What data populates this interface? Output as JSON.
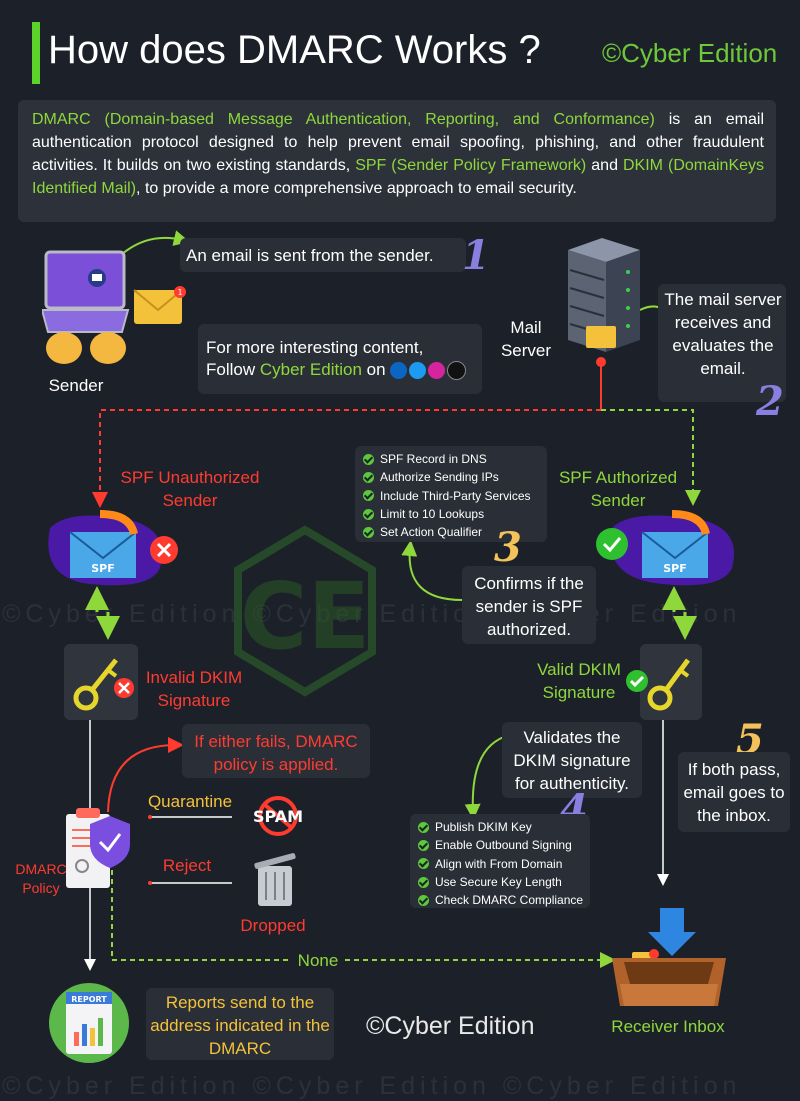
{
  "header": {
    "title": "How does DMARC Works ?",
    "credit": "©Cyber Edition"
  },
  "intro": {
    "dmarc_term": "DMARC (Domain-based Message Authentication, Reporting, and Conformance)",
    "text1": " is an email authentication protocol designed to help prevent email spoofing, phishing, and other fraudulent activities. It builds on two existing standards, ",
    "spf_term": "SPF (Sender Policy Framework)",
    "text2": " and ",
    "dkim_term": "DKIM (DomainKeys Identified Mail)",
    "text3": ", to provide a more comprehensive approach to email security."
  },
  "steps": {
    "step1": {
      "number": "1",
      "text": "An email is sent from the sender."
    },
    "step2": {
      "number": "2",
      "text": "The mail server receives and evaluates the email."
    },
    "step3": {
      "number": "3",
      "text": "Confirms if the sender is SPF authorized."
    },
    "step4": {
      "number": "4",
      "text": "Validates the DKIM signature for authenticity."
    },
    "step5": {
      "number": "5",
      "text": "If both pass, email goes to the inbox."
    }
  },
  "follow": {
    "line1": "For more interesting content,",
    "prefix": "Follow ",
    "brand": "Cyber Edition",
    "suffix": " on"
  },
  "labels": {
    "sender": "Sender",
    "mail_server": "Mail Server",
    "spf_unauthorized": "SPF Unauthorized Sender",
    "spf_authorized": "SPF Authorized Sender",
    "invalid_dkim": "Invalid DKIM Signature",
    "valid_dkim": "Valid DKIM Signature",
    "policy_note": "If either fails, DMARC policy is applied.",
    "quarantine": "Quarantine",
    "reject": "Reject",
    "dropped": "Dropped",
    "none": "None",
    "dmarc_policy": "DMARC Policy",
    "report_text": "Reports send to the address indicated in the DMARC",
    "receiver_inbox": "Receiver Inbox",
    "bottom_credit": "©Cyber Edition",
    "spf_badge": "SPF",
    "spam": "SPAM",
    "report_icon": "REPORT",
    "mail_badge": "1"
  },
  "spf_checklist": [
    "SPF Record in DNS",
    "Authorize Sending IPs",
    "Include Third-Party Services",
    "Limit to 10 Lookups",
    "Set Action Qualifier"
  ],
  "dkim_checklist": [
    "Publish DKIM Key",
    "Enable Outbound Signing",
    "Align with From Domain",
    "Use Secure Key Length",
    "Check DMARC Compliance"
  ],
  "watermark": {
    "mid": "©Cyber Edition ©Cyber Edition ©Cyber Edition",
    "bottom": "©Cyber Edition ©Cyber Edition ©Cyber Edition"
  },
  "colors": {
    "background": "#1c2129",
    "accent_green": "#8ed83c",
    "alert_red": "#ff3b30",
    "key_yellow": "#e6d62c",
    "purple": "#5a1fb0",
    "step_number_yellow": "#f4c25a",
    "step_number_purple": "#8a7ee0"
  }
}
